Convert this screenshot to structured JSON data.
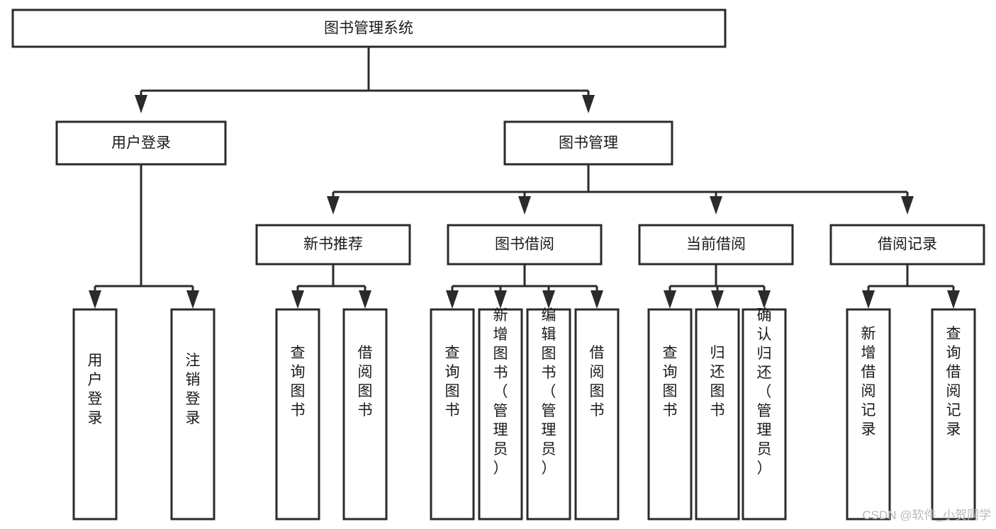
{
  "diagram": {
    "title": "图书管理系统",
    "type": "tree-hierarchy-diagram",
    "orientation": "top-down",
    "colors": {
      "stroke": "#2b2b2b",
      "fill": "#ffffff",
      "text": "#1a1a1a",
      "watermark": "#b9b9b9"
    },
    "root": {
      "label": "图书管理系统"
    },
    "level2": [
      {
        "label": "用户登录"
      },
      {
        "label": "图书管理"
      }
    ],
    "level3": [
      {
        "label": "新书推荐"
      },
      {
        "label": "图书借阅"
      },
      {
        "label": "当前借阅"
      },
      {
        "label": "借阅记录"
      }
    ],
    "leaves": {
      "user_login": [
        {
          "label": "用户登录"
        },
        {
          "label": "注销登录"
        }
      ],
      "new_book_recommend": [
        {
          "label": "查询图书"
        },
        {
          "label": "借阅图书"
        }
      ],
      "book_borrow": [
        {
          "label": "查询图书"
        },
        {
          "label": "新增图书（管理员）"
        },
        {
          "label": "编辑图书（管理员）"
        },
        {
          "label": "借阅图书"
        }
      ],
      "current_borrow": [
        {
          "label": "查询图书"
        },
        {
          "label": "归还图书"
        },
        {
          "label": "确认归还（管理员）"
        }
      ],
      "borrow_record": [
        {
          "label": "新增借阅记录"
        },
        {
          "label": "查询借阅记录"
        }
      ]
    }
  },
  "watermark": {
    "text": "CSDN @软件_小贺同学"
  }
}
